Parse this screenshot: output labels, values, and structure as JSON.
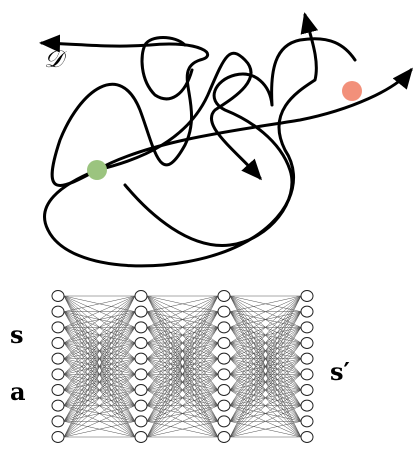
{
  "dataset_label": "𝒟",
  "network": {
    "input_state_label": "s",
    "input_action_label": "a",
    "output_label": "s′",
    "layers": [
      10,
      10,
      10,
      10
    ]
  },
  "colors": {
    "start_node": "#9bc47f",
    "goal_node": "#f2907a",
    "trajectory": "#000000",
    "net_stroke": "#333333"
  }
}
